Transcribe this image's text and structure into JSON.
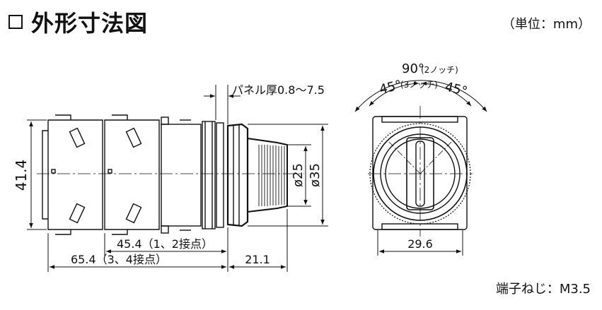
{
  "title": "外形寸法図",
  "unit": "（単位：mm）",
  "footnote": "端子ねじ：M3.5",
  "dimensions": {
    "height_41_4": "41.4",
    "panel_thickness": "パネル厚0.8～7.5",
    "dia_25": "ø25",
    "dia_35": "ø35",
    "len_45_4": "45.4（1、2接点）",
    "len_65_4": "65.4（3、4接点）",
    "len_21_1": "21.1",
    "width_29_6": "29.6",
    "angle_90": "90°",
    "angle_90_note": "(2ノッチ)",
    "angle_45_left": "45°",
    "angle_45_right": "45°",
    "angle_3notch": "(3ノッチ)"
  }
}
